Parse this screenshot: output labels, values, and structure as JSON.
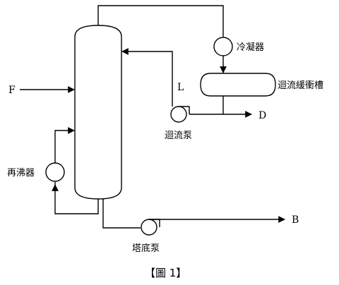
{
  "labels": {
    "feed": "F",
    "reflux": "L",
    "distillate": "D",
    "bottoms": "B",
    "condenser": "冷凝器",
    "reflux_drum": "迴流緩衝槽",
    "reflux_pump": "迴流泵",
    "reboiler": "再沸器",
    "bottoms_pump": "塔底泵"
  },
  "caption": "【圖 1】"
}
